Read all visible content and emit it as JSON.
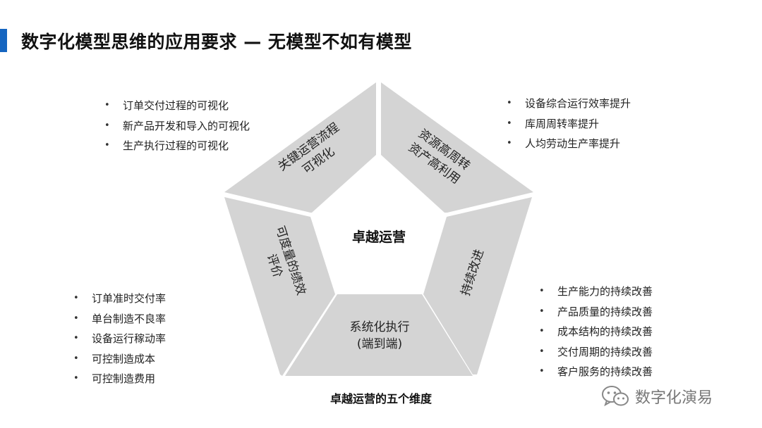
{
  "title": "数字化模型思维的应用要求 — 无模型不如有模型",
  "center_label": "卓越运营",
  "segments": {
    "top_left": [
      "关键运营流程",
      "可视化"
    ],
    "top_right": [
      "资源高周转",
      "资产高利用"
    ],
    "right": [
      "持续改进"
    ],
    "bottom": [
      "系统化执行",
      "(端到端)"
    ],
    "left": [
      "可度量的绩效",
      "评价"
    ]
  },
  "bullets": {
    "top_left": [
      "订单交付过程的可视化",
      "新产品开发和导入的可视化",
      "生产执行过程的可视化"
    ],
    "top_right": [
      "设备综合运行效率提升",
      "库周周转率提升",
      "人均劳动生产率提升"
    ],
    "left": [
      "订单准时交付率",
      "单台制造不良率",
      "设备运行稼动率",
      "可控制造成本",
      "可控制造费用"
    ],
    "right": [
      "生产能力的持续改善",
      "产品质量的持续改善",
      "成本结构的持续改善",
      "交付周期的持续改善",
      "客户服务的持续改善"
    ]
  },
  "caption": "卓越运营的五个维度",
  "watermark": "数字化演易",
  "colors": {
    "accent": "#1565c0",
    "segment_fill": "#d4d4d4",
    "text": "#222222"
  },
  "icons": {
    "watermark": "wechat-icon"
  }
}
